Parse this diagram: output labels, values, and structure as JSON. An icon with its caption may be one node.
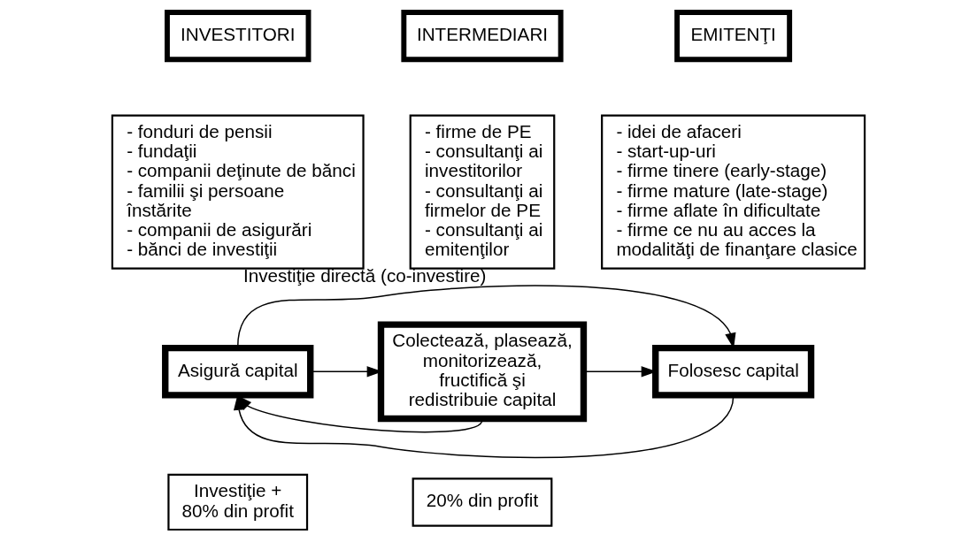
{
  "diagram": {
    "nodes": [
      {
        "text": [
          "INVESTITORI"
        ]
      },
      {
        "text": [
          "INTERMEDIARI"
        ]
      },
      {
        "text": [
          "EMITENŢI"
        ]
      },
      {
        "text": [
          "- fonduri de pensii",
          "- fundaţii",
          "- companii deţinute de bănci",
          "- familii şi persoane înstărite",
          "- companii de asigurări",
          "- bănci de investiţii"
        ]
      },
      {
        "text": [
          "- firme de PE",
          "- consultanţi ai investitorilor",
          "- consultanţi ai firmelor de PE",
          "- consultanţi ai emitenţilor"
        ]
      },
      {
        "text": [
          "- idei de afaceri",
          "- start-up-uri",
          "- firme tinere (early-stage)",
          "- firme mature (late-stage)",
          "- firme aflate în dificultate",
          "- firme ce nu au acces la modalităţi de finanţare clasice"
        ]
      },
      {
        "text": [
          "Asigură capital"
        ]
      },
      {
        "text": [
          "Colectează, plasează, monitorizează, fructifică şi redistribuie capital"
        ]
      },
      {
        "text": [
          "Folosesc capital"
        ]
      },
      {
        "text": [
          "Investiţie + 80% din profit"
        ]
      },
      {
        "text": [
          "20% din profit"
        ]
      }
    ],
    "edges": [
      {
        "from": 6,
        "to": 7,
        "arrow": "to"
      },
      {
        "from": 7,
        "to": 8,
        "arrow": "to"
      },
      {
        "from": 6,
        "to": 8,
        "arrow": "to",
        "label": "Investiţie directă (co-investire)"
      },
      {
        "from": 8,
        "to": 6,
        "arrow": "to"
      },
      {
        "from": 7,
        "to": 6,
        "arrow": "to"
      }
    ]
  }
}
